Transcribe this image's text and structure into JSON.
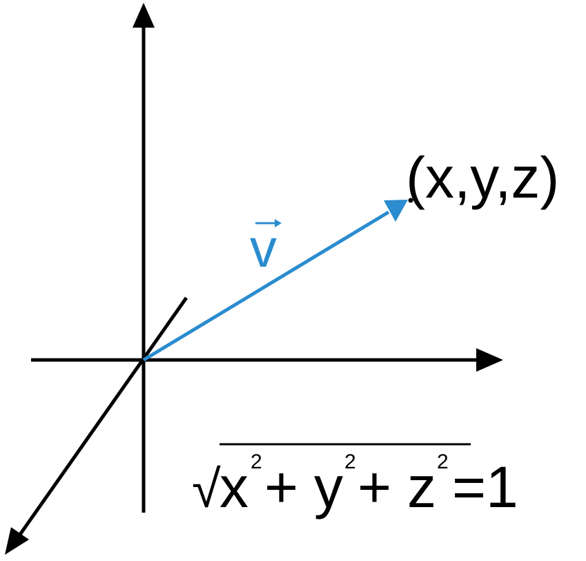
{
  "diagram": {
    "point_label": "(x,y,z)",
    "vector_label": "v",
    "formula": {
      "sqrt_symbol": "√",
      "x": "x",
      "y": "y",
      "z": "z",
      "exp": "2",
      "plus": "+",
      "equals_one": "=1"
    },
    "colors": {
      "axes": "#000000",
      "vector": "#2b8ccf"
    }
  }
}
